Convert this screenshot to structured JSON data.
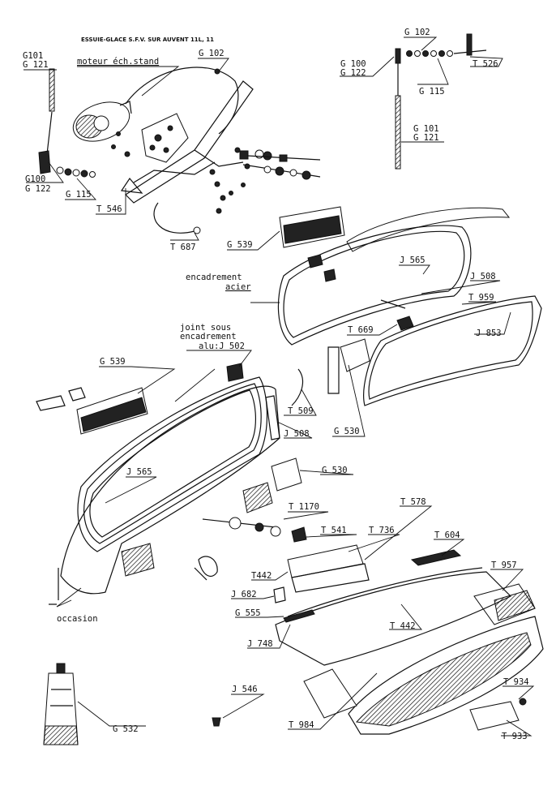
{
  "title": "ESSUIE-GLACE S.F.V. SUR AUVENT 11L, 11",
  "labels": {
    "g101_tl": "G101",
    "g121_tl": "G 121",
    "moteur": "moteur éch.stand",
    "g102_top": "G 102",
    "g100_bl": "G100",
    "g122_bl": "G 122",
    "g115_l": "G 115",
    "t546": "T 546",
    "t687": "T 687",
    "g102_tr": "G 102",
    "g100_tr": "G 100",
    "g122_tr": "G 122",
    "t526": "T 526",
    "g115_tr": "G 115",
    "g101_r": "G 101",
    "g121_r": "G 121",
    "g539_top": "G 539",
    "j565_top": "J 565",
    "encadrement_1": "encadrement",
    "encadrement_2": "acier",
    "j508_r": "J 508",
    "t959": "T 959",
    "t669": "T 669",
    "j853": "J 853",
    "joint_1": "joint sous",
    "joint_2": "encadrement",
    "joint_3": "alu:J 502",
    "g539_mid": "G 539",
    "t509": "T 509",
    "j508_mid": "J 508",
    "g530_r": "G 530",
    "j565_mid": "J 565",
    "g530_mid": "G 530",
    "t1170": "T 1170",
    "t578": "T 578",
    "t541": "T 541",
    "t736": "T 736",
    "t604": "T 604",
    "t442_a": "T442",
    "t957": "T 957",
    "j682": "J 682",
    "g555": "G 555",
    "t442_b": "T 442",
    "j748": "J 748",
    "occasion": "occasion",
    "j546": "J 546",
    "g532": "G 532",
    "t984": "T 984",
    "t934": "T 934",
    "t933": "T 933"
  }
}
